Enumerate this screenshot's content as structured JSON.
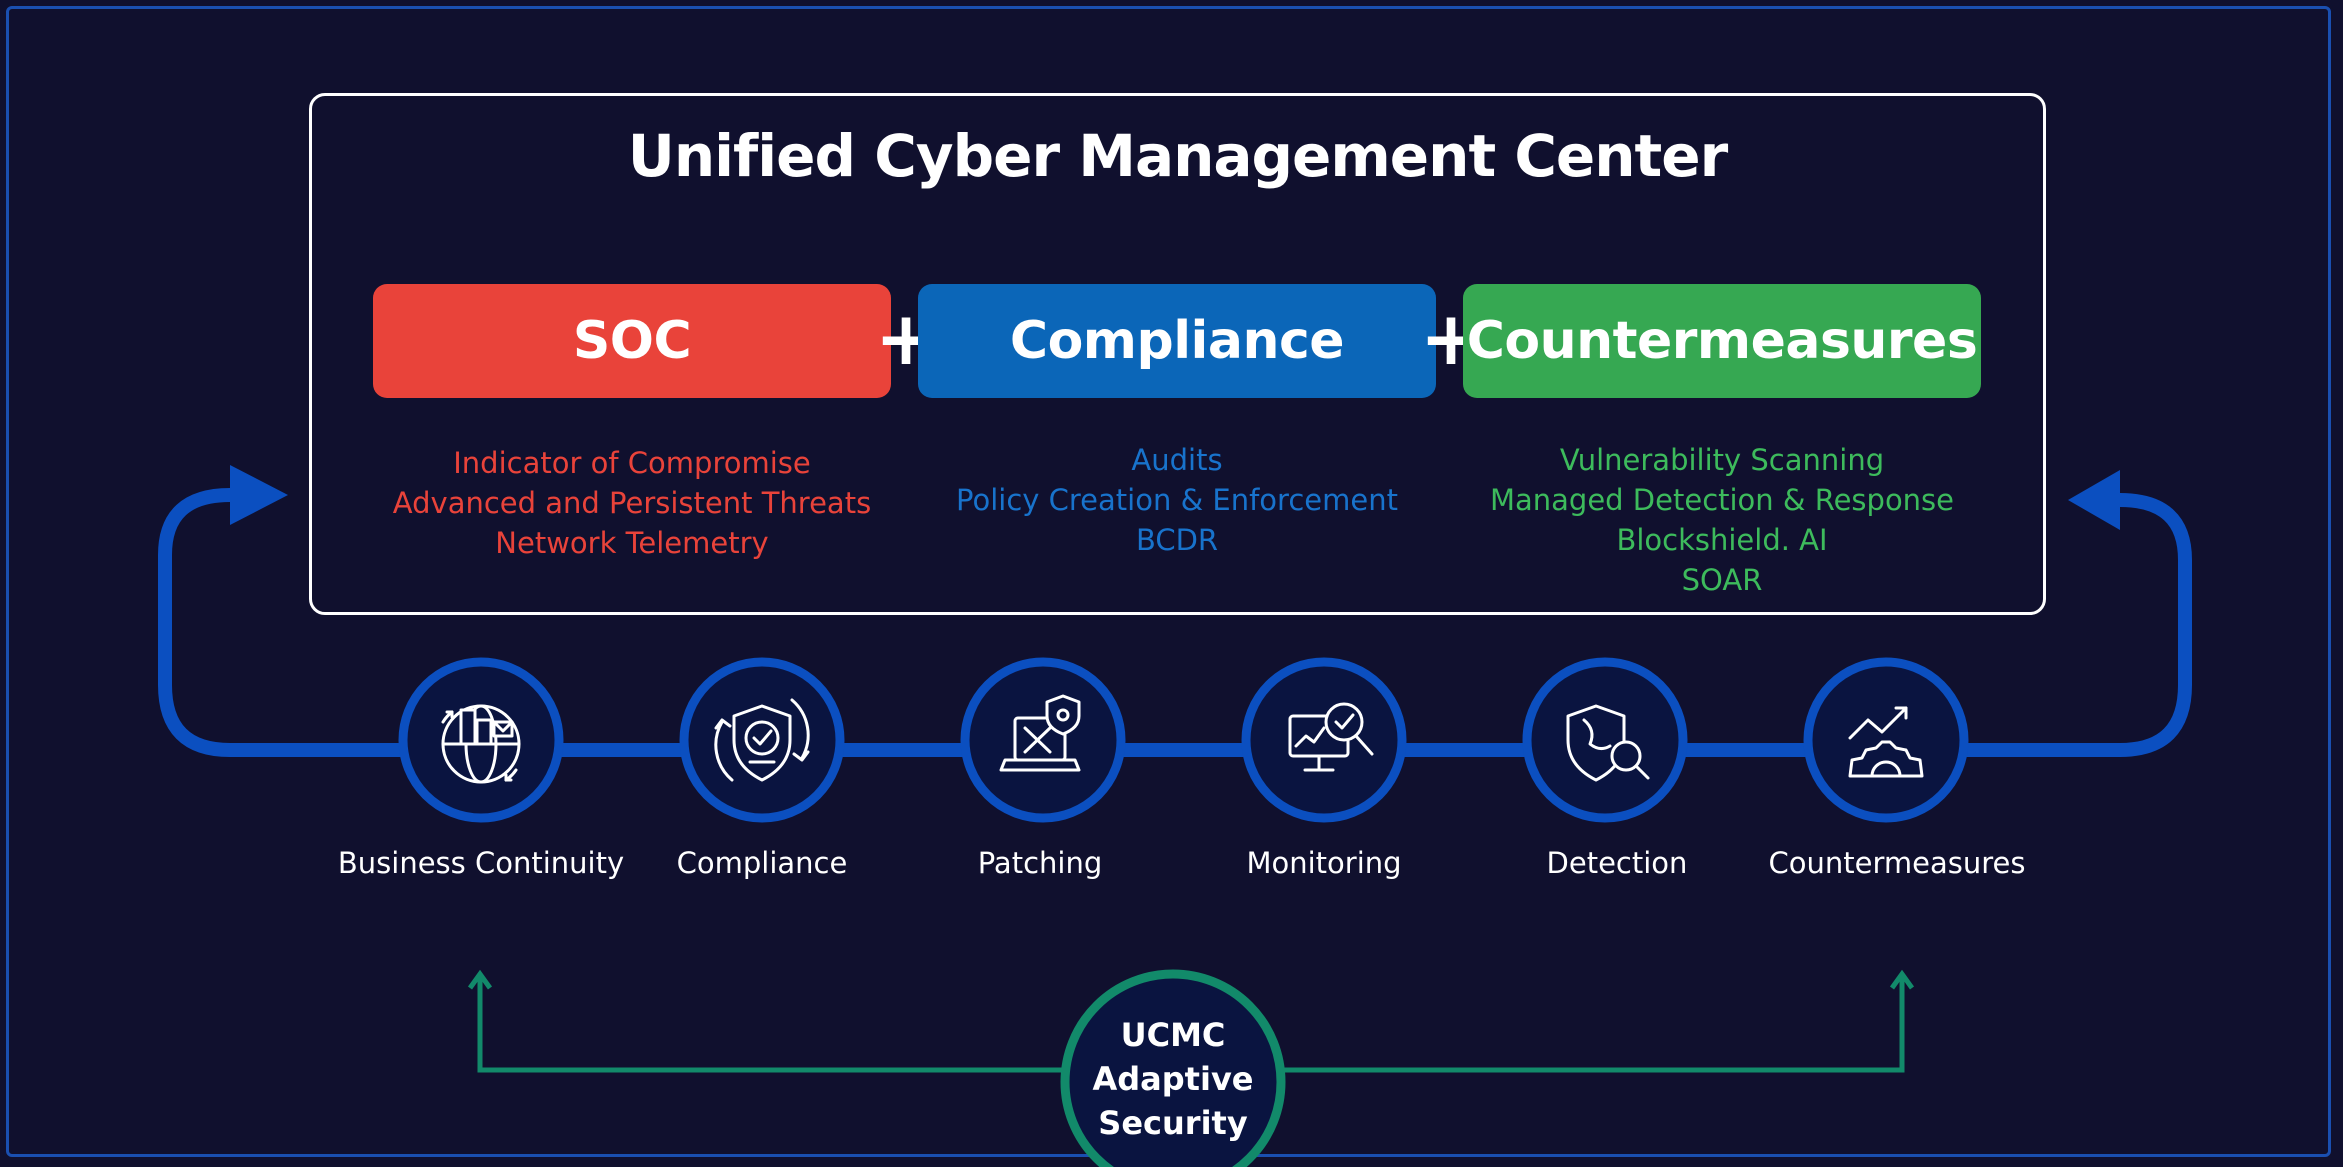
{
  "title": "Unified Cyber Management Center",
  "pillars": [
    {
      "label": "SOC",
      "color": "#e9433a"
    },
    {
      "label": "Compliance",
      "color": "#0b66b8"
    },
    {
      "label": "Countermeasures",
      "color": "#36a852"
    }
  ],
  "plus_sign": "+",
  "pillar_items": {
    "soc": [
      "Indicator of Compromise",
      "Advanced and Persistent Threats",
      "Network Telemetry"
    ],
    "compliance": [
      "Audits",
      "Policy Creation & Enforcement",
      "BCDR"
    ],
    "countermeasures": [
      "Vulnerability Scanning",
      "Managed Detection & Response",
      "Blockshield. AI",
      "SOAR"
    ]
  },
  "cycle_steps": [
    {
      "label": "Business Continuity",
      "icon": "globe-buildings-icon"
    },
    {
      "label": "Compliance",
      "icon": "shield-check-icon"
    },
    {
      "label": "Patching",
      "icon": "laptop-tools-icon"
    },
    {
      "label": "Monitoring",
      "icon": "monitor-magnifier-icon"
    },
    {
      "label": "Detection",
      "icon": "shield-magnifier-icon"
    },
    {
      "label": "Countermeasures",
      "icon": "gear-trend-icon"
    }
  ],
  "core": {
    "line1": "UCMC",
    "line2": "Adaptive",
    "line3": "Security"
  },
  "colors": {
    "background": "#10102e",
    "flow_blue": "#0b4fc0",
    "core_green": "#128a6a",
    "soc_text": "#e9433a",
    "compliance_text": "#1873cc",
    "countermeasures_text": "#3dbb5c"
  }
}
